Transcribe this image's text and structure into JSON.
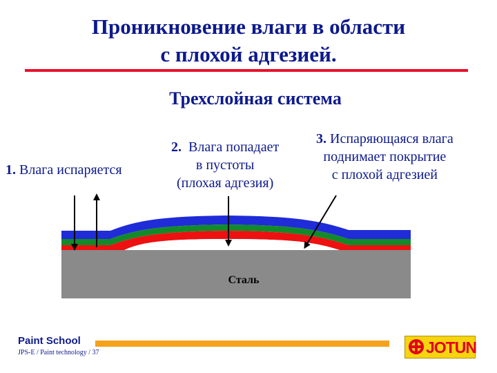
{
  "header": {
    "title_line1": "Проникновение влаги в области",
    "title_line2": "с плохой адгезией.",
    "subtitle": "Трехслойная система"
  },
  "labels": {
    "item1_num": "1.",
    "item1_text": "Влага испаряется",
    "item2_num": "2.",
    "item2_line1": "Влага попадает",
    "item2_line2": "в пустоты",
    "item2_line3": "(плохая адгезия)",
    "item3_num": "3.",
    "item3_line1": "Испаряющаяся влага",
    "item3_line2": "поднимает покрытие",
    "item3_line3": "с плохой адгезией"
  },
  "diagram": {
    "substrate_label": "Сталь",
    "layer_colors": {
      "top": "#1f2cd8",
      "middle": "#138a2a",
      "bottom": "#ee1111",
      "substrate": "#8a8a8a"
    }
  },
  "footer": {
    "school": "Paint School",
    "subline": "JPS-E / Paint technology / 37",
    "logo_text": "JOTUN"
  }
}
